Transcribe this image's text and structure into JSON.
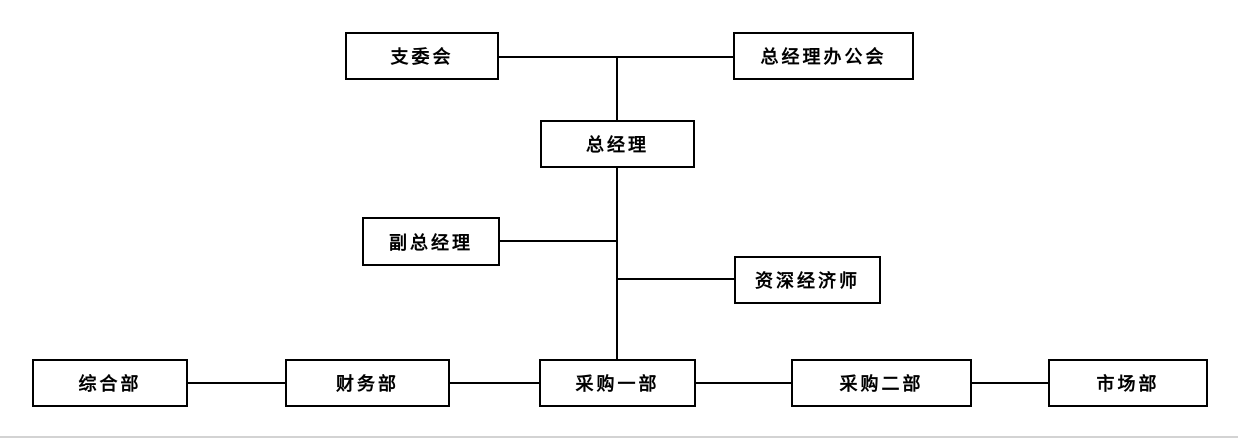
{
  "org_chart": {
    "party_branch": "支委会",
    "gm_office_meeting": "总经理办公会",
    "general_manager": "总经理",
    "deputy_gm": "副总经理",
    "senior_economist": "资深经济师",
    "departments": [
      "综合部",
      "财务部",
      "采购一部",
      "采购二部",
      "市场部"
    ]
  },
  "colors": {
    "line": "#000000",
    "box_border": "#000000",
    "background": "#ffffff",
    "bottom_rule": "#d3d3d3"
  }
}
